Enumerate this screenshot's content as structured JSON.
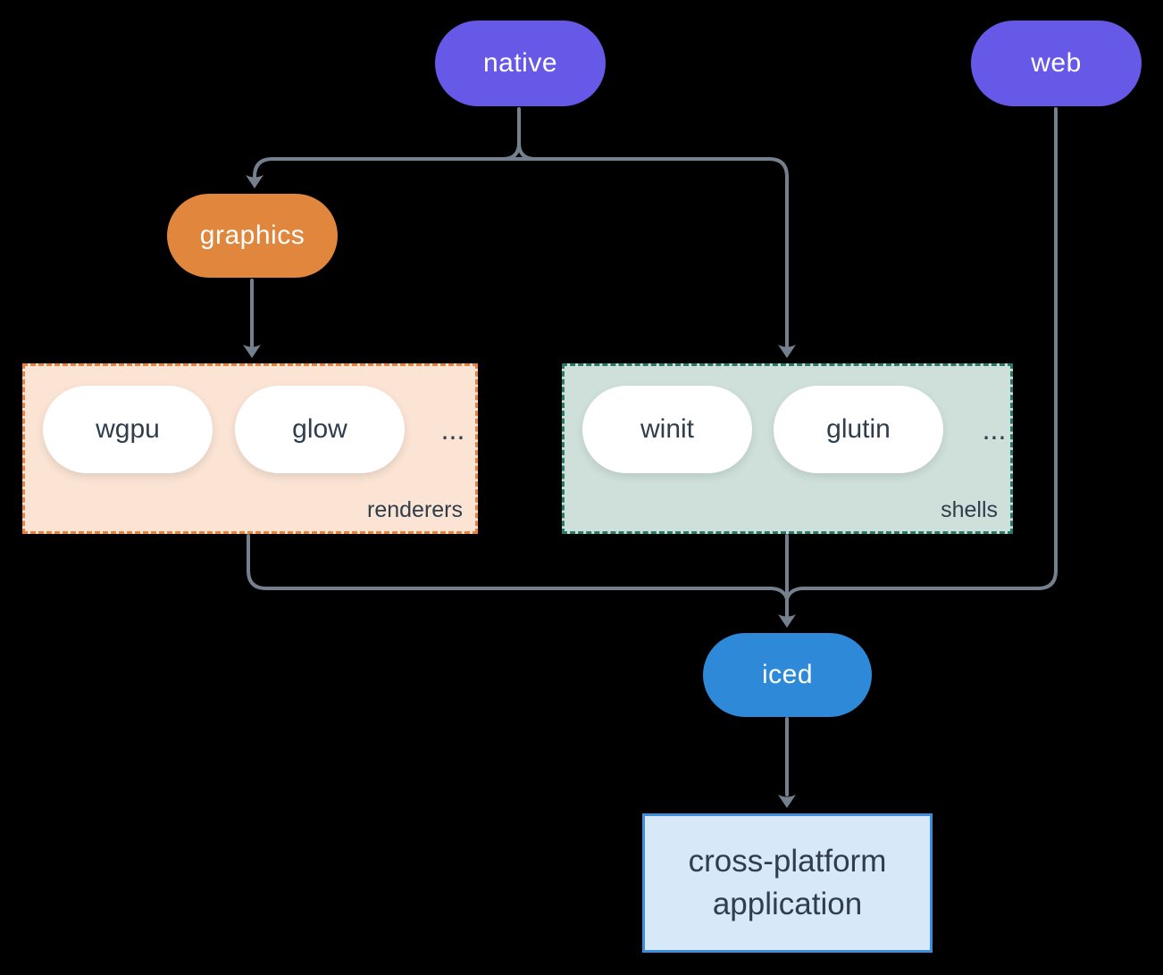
{
  "colors": {
    "background": "#000000",
    "connector": "#75808e",
    "node_text_light": "#ffffff",
    "text_dark": "#2f3d4c",
    "native_fill": "#6759e8",
    "web_fill": "#6759e8",
    "graphics_fill": "#e0863d",
    "iced_fill": "#2e89d8",
    "renderers_fill": "#fbe4d3",
    "renderers_border": "#e8833c",
    "shells_fill": "#cfe0da",
    "shells_border": "#277b6a",
    "app_fill": "#d7e8f8",
    "app_border": "#3e8ede"
  },
  "nodes": {
    "native": {
      "label": "native"
    },
    "web": {
      "label": "web"
    },
    "graphics": {
      "label": "graphics"
    },
    "iced": {
      "label": "iced"
    },
    "application": {
      "line1": "cross-platform",
      "line2": "application"
    }
  },
  "groups": {
    "renderers": {
      "label": "renderers",
      "items": [
        "wgpu",
        "glow"
      ],
      "ellipsis": "..."
    },
    "shells": {
      "label": "shells",
      "items": [
        "winit",
        "glutin"
      ],
      "ellipsis": "..."
    }
  }
}
